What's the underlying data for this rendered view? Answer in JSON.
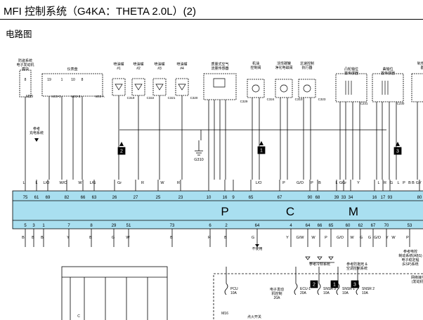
{
  "header": {
    "title": "MFI 控制系统（G4KA：THETA 2.0L）(2)",
    "subtitle": "电路图"
  },
  "ecm": {
    "letters": [
      "P",
      "C",
      "M"
    ],
    "fill": "#a9dff0",
    "top_pins": [
      "75",
      "61",
      "69",
      "82",
      "66",
      "63",
      "26",
      "27",
      "25",
      "23",
      "10",
      "16",
      "9",
      "65",
      "67",
      "90",
      "68",
      "39",
      "33",
      "34",
      "16",
      "17",
      "93",
      "80"
    ],
    "bottom_pins": [
      "5",
      "3",
      "1",
      "7",
      "8",
      "29",
      "51",
      "73",
      "6",
      "2",
      "64",
      "4",
      "64",
      "66",
      "65",
      "60",
      "62",
      "67",
      "70",
      "53"
    ]
  },
  "components": [
    {
      "id": "immo",
      "label_lines": [
        "防盗系统",
        "电子发动机",
        "模块"
      ],
      "connector": "M59",
      "pins": [
        "8"
      ]
    },
    {
      "id": "cluster",
      "label_lines": [
        "仪表盘"
      ],
      "connectors": [
        "M03-C",
        "M03-B",
        "M03-A"
      ],
      "pins": [
        "19",
        "1",
        "10",
        "8"
      ]
    },
    {
      "id": "inj1",
      "label_lines": [
        "喷油嘴",
        "#1"
      ],
      "connector": "C319"
    },
    {
      "id": "inj2",
      "label_lines": [
        "喷油嘴",
        "#2"
      ],
      "connector": "C322"
    },
    {
      "id": "inj3",
      "label_lines": [
        "喷油嘴",
        "#3"
      ],
      "connector": "C321"
    },
    {
      "id": "inj4",
      "label_lines": [
        "喷油嘴",
        "#4"
      ],
      "connector": "C320"
    },
    {
      "id": "maf",
      "label_lines": [
        "质量式空气",
        "流量传感器"
      ],
      "connector": "C329"
    },
    {
      "id": "throttle",
      "label_lines": [
        "机油",
        "控制阀"
      ],
      "connector": "C324"
    },
    {
      "id": "purge",
      "label_lines": [
        "活性碳罐",
        "净化电磁阀"
      ],
      "connector": "C310"
    },
    {
      "id": "egr",
      "label_lines": [
        "怠速控制",
        "执行器"
      ],
      "connector": "C323"
    },
    {
      "id": "cmp",
      "label_lines": [
        "凸轮轴位",
        "置传感器"
      ],
      "connector": "C231"
    },
    {
      "id": "ckp",
      "label_lines": [
        "曲轴位",
        "置传感器"
      ],
      "connector": "C230"
    },
    {
      "id": "o2",
      "label_lines": [
        "氧传感",
        "器"
      ]
    }
  ],
  "notes": {
    "charging": [
      "参考",
      "充电系统"
    ],
    "ground_main": "G310",
    "not_used": "不使用",
    "refs": [
      [
        "参考冷却系统"
      ],
      [
        "参考防抱死 & ",
        "空调控制系统"
      ],
      [
        "参考电控",
        "制动系统(ABS)",
        "电子稳定程",
        "(ESP)系统"
      ]
    ],
    "right_edge": [
      "网络接地",
      "(发动机)"
    ]
  },
  "fuses": [
    {
      "name": "PCU",
      "amp": "10A"
    },
    {
      "name": "ECU-1",
      "amp": "20A"
    },
    {
      "name": "SNSR 3",
      "amp": "10A"
    },
    {
      "name": "SNSR 1",
      "amp": "10A"
    },
    {
      "name": "SNSR 2",
      "amp": "10A"
    }
  ],
  "fuse_aux": [
    "电子发动",
    "机控制",
    "20A"
  ],
  "junctions": [
    "1",
    "2",
    "3"
  ],
  "bottom_labels": [
    "M16",
    "点火开关"
  ],
  "wire_colors_top": [
    "L",
    "L",
    "L/O",
    "W/O",
    "W",
    "L/G",
    "Gr",
    "R",
    "W",
    "R",
    "L/O",
    "P",
    "G/O",
    "P",
    "B",
    "L",
    "G",
    "Gr",
    "Y",
    "L",
    "R",
    "G",
    "L",
    "P",
    "B",
    "B",
    "G",
    "Y"
  ],
  "wire_colors_bottom": [
    "B",
    "B",
    "B",
    "Y",
    "B",
    "G",
    "W",
    "B",
    "R",
    "B",
    "G",
    "Y",
    "G/W",
    "W",
    "P",
    "G/O",
    "W",
    "G",
    "G",
    "G/O",
    "Y",
    "W",
    "P"
  ]
}
